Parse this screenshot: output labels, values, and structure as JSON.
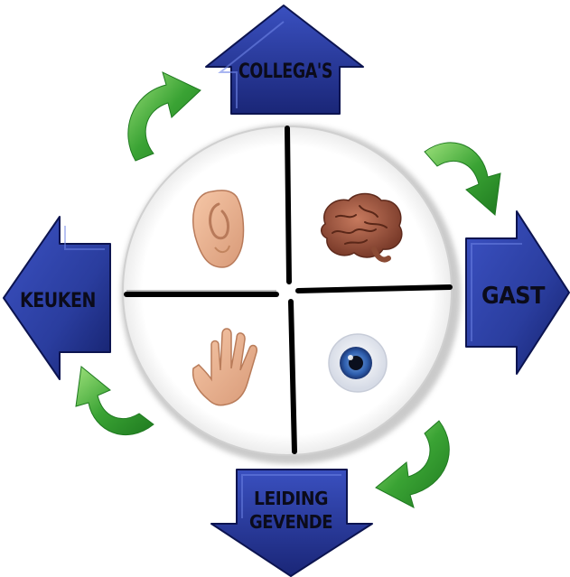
{
  "diagram": {
    "arrows": {
      "top": {
        "label": "COLLEGA'S"
      },
      "right": {
        "label": "GAST"
      },
      "bottom": {
        "line1": "LEIDING",
        "line2": "GEVENDE"
      },
      "left": {
        "label": "KEUKEN"
      }
    },
    "quadrants": [
      {
        "id": "top-left",
        "icon": "ear-icon"
      },
      {
        "id": "top-right",
        "icon": "brain-icon"
      },
      {
        "id": "bottom-left",
        "icon": "hand-icon"
      },
      {
        "id": "bottom-right",
        "icon": "eye-icon"
      }
    ],
    "colors": {
      "arrow_fill": "#2a3d9e",
      "arrow_dark": "#16216b",
      "cycle_green": "#3aa334",
      "divider": "#000000"
    }
  }
}
